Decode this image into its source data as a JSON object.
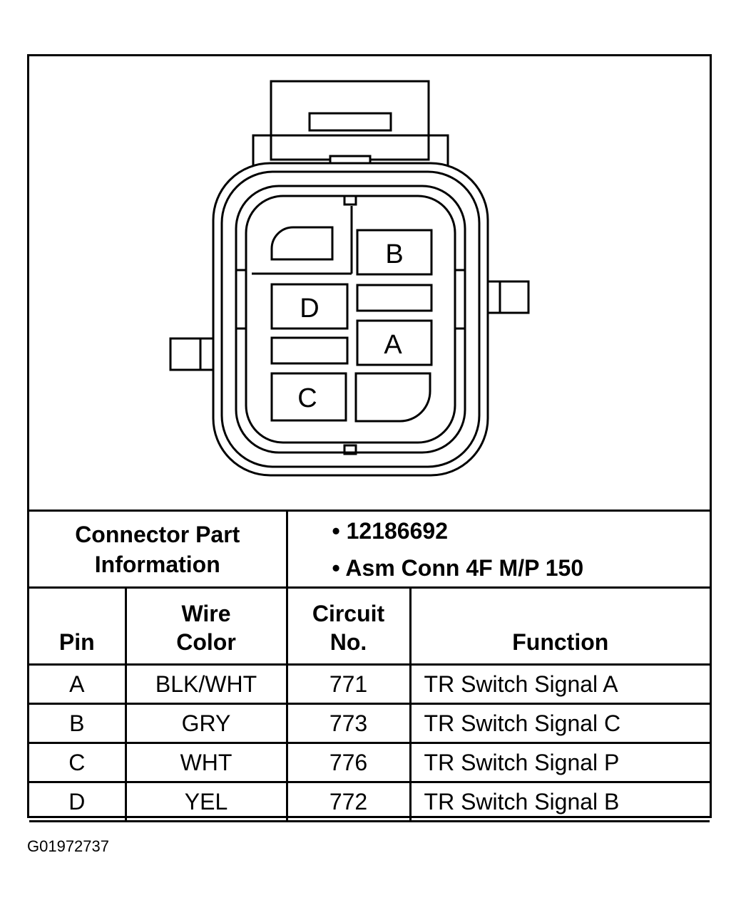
{
  "connector": {
    "cavities": [
      "B",
      "D",
      "A",
      "C"
    ]
  },
  "part_info": {
    "label_line1": "Connector Part",
    "label_line2": "Information",
    "items": [
      "• 12186692",
      "• Asm Conn 4F M/P 150"
    ]
  },
  "table": {
    "headers": {
      "pin": "Pin",
      "wire_color_1": "Wire",
      "wire_color_2": "Color",
      "circuit_1": "Circuit",
      "circuit_2": "No.",
      "function": "Function"
    },
    "rows": [
      {
        "pin": "A",
        "wire_color": "BLK/WHT",
        "circuit": "771",
        "function": "TR Switch Signal A"
      },
      {
        "pin": "B",
        "wire_color": "GRY",
        "circuit": "773",
        "function": "TR Switch Signal C"
      },
      {
        "pin": "C",
        "wire_color": "WHT",
        "circuit": "776",
        "function": "TR Switch Signal P"
      },
      {
        "pin": "D",
        "wire_color": "YEL",
        "circuit": "772",
        "function": "TR Switch Signal B"
      }
    ]
  },
  "caption": "G01972737"
}
